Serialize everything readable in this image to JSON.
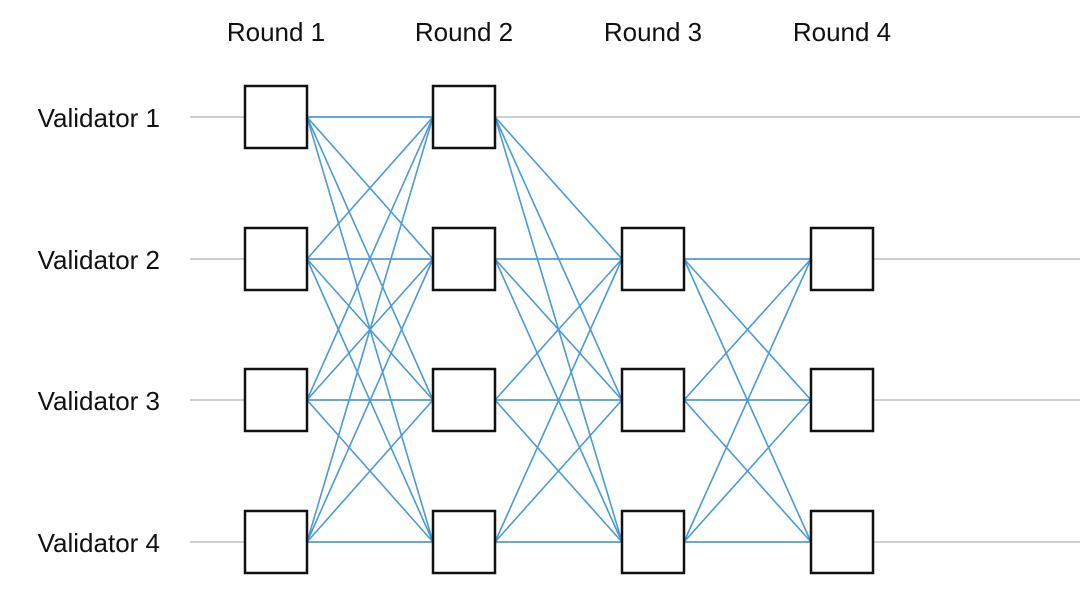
{
  "rounds": [
    {
      "label": "Round 1"
    },
    {
      "label": "Round 2"
    },
    {
      "label": "Round 3"
    },
    {
      "label": "Round 4"
    }
  ],
  "validators": [
    {
      "label": "Validator 1"
    },
    {
      "label": "Validator 2"
    },
    {
      "label": "Validator 3"
    },
    {
      "label": "Validator 4"
    }
  ],
  "vertices": [
    {
      "round": 1,
      "validator": 1
    },
    {
      "round": 1,
      "validator": 2
    },
    {
      "round": 1,
      "validator": 3
    },
    {
      "round": 1,
      "validator": 4
    },
    {
      "round": 2,
      "validator": 1
    },
    {
      "round": 2,
      "validator": 2
    },
    {
      "round": 2,
      "validator": 3
    },
    {
      "round": 2,
      "validator": 4
    },
    {
      "round": 3,
      "validator": 2
    },
    {
      "round": 3,
      "validator": 3
    },
    {
      "round": 3,
      "validator": 4
    },
    {
      "round": 4,
      "validator": 2
    },
    {
      "round": 4,
      "validator": 3
    },
    {
      "round": 4,
      "validator": 4
    }
  ],
  "edges": [
    {
      "from": [
        1,
        1
      ],
      "to": [
        2,
        1
      ]
    },
    {
      "from": [
        1,
        1
      ],
      "to": [
        2,
        2
      ]
    },
    {
      "from": [
        1,
        1
      ],
      "to": [
        2,
        3
      ]
    },
    {
      "from": [
        1,
        1
      ],
      "to": [
        2,
        4
      ]
    },
    {
      "from": [
        1,
        2
      ],
      "to": [
        2,
        1
      ]
    },
    {
      "from": [
        1,
        2
      ],
      "to": [
        2,
        2
      ]
    },
    {
      "from": [
        1,
        2
      ],
      "to": [
        2,
        3
      ]
    },
    {
      "from": [
        1,
        2
      ],
      "to": [
        2,
        4
      ]
    },
    {
      "from": [
        1,
        3
      ],
      "to": [
        2,
        1
      ]
    },
    {
      "from": [
        1,
        3
      ],
      "to": [
        2,
        2
      ]
    },
    {
      "from": [
        1,
        3
      ],
      "to": [
        2,
        3
      ]
    },
    {
      "from": [
        1,
        3
      ],
      "to": [
        2,
        4
      ]
    },
    {
      "from": [
        1,
        4
      ],
      "to": [
        2,
        1
      ]
    },
    {
      "from": [
        1,
        4
      ],
      "to": [
        2,
        2
      ]
    },
    {
      "from": [
        1,
        4
      ],
      "to": [
        2,
        3
      ]
    },
    {
      "from": [
        1,
        4
      ],
      "to": [
        2,
        4
      ]
    },
    {
      "from": [
        2,
        1
      ],
      "to": [
        3,
        2
      ]
    },
    {
      "from": [
        2,
        1
      ],
      "to": [
        3,
        3
      ]
    },
    {
      "from": [
        2,
        1
      ],
      "to": [
        3,
        4
      ]
    },
    {
      "from": [
        2,
        2
      ],
      "to": [
        3,
        2
      ]
    },
    {
      "from": [
        2,
        2
      ],
      "to": [
        3,
        3
      ]
    },
    {
      "from": [
        2,
        2
      ],
      "to": [
        3,
        4
      ]
    },
    {
      "from": [
        2,
        3
      ],
      "to": [
        3,
        2
      ]
    },
    {
      "from": [
        2,
        3
      ],
      "to": [
        3,
        3
      ]
    },
    {
      "from": [
        2,
        3
      ],
      "to": [
        3,
        4
      ]
    },
    {
      "from": [
        2,
        4
      ],
      "to": [
        3,
        2
      ]
    },
    {
      "from": [
        2,
        4
      ],
      "to": [
        3,
        3
      ]
    },
    {
      "from": [
        2,
        4
      ],
      "to": [
        3,
        4
      ]
    },
    {
      "from": [
        3,
        2
      ],
      "to": [
        4,
        2
      ]
    },
    {
      "from": [
        3,
        2
      ],
      "to": [
        4,
        3
      ]
    },
    {
      "from": [
        3,
        2
      ],
      "to": [
        4,
        4
      ]
    },
    {
      "from": [
        3,
        3
      ],
      "to": [
        4,
        2
      ]
    },
    {
      "from": [
        3,
        3
      ],
      "to": [
        4,
        3
      ]
    },
    {
      "from": [
        3,
        3
      ],
      "to": [
        4,
        4
      ]
    },
    {
      "from": [
        3,
        4
      ],
      "to": [
        4,
        2
      ]
    },
    {
      "from": [
        3,
        4
      ],
      "to": [
        4,
        3
      ]
    },
    {
      "from": [
        3,
        4
      ],
      "to": [
        4,
        4
      ]
    }
  ],
  "colors": {
    "edge": "#4a9ad8",
    "lane_line": "#cfcfcf",
    "vertex_stroke": "#111111",
    "vertex_fill": "#ffffff",
    "text": "#111111"
  }
}
